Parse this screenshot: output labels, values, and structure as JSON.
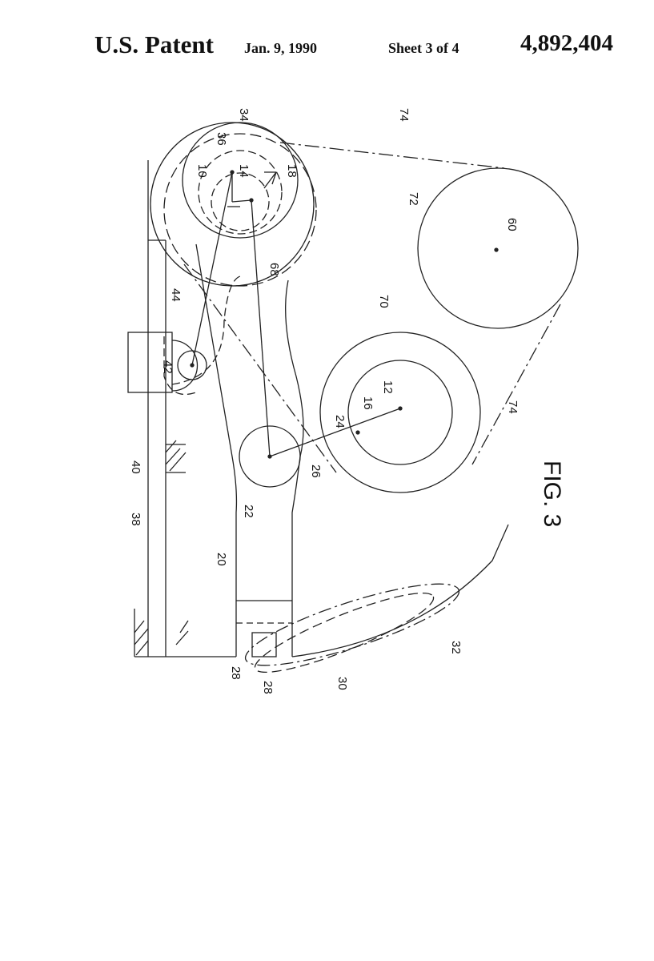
{
  "header": {
    "patent_label": "U.S. Patent",
    "date": "Jan. 9, 1990",
    "sheet": "Sheet 3 of 4",
    "patent_number": "4,892,404"
  },
  "figure": {
    "title": "FIG. 3",
    "labels": {
      "l74a": "74",
      "l36": "36",
      "l34": "34",
      "l10": "10",
      "l14": "14",
      "l18": "18",
      "l72": "72",
      "l60": "60",
      "l68": "68",
      "l44": "44",
      "l70": "70",
      "l42": "42",
      "l12": "12",
      "l16": "16",
      "l24": "24",
      "l40": "40",
      "l38": "38",
      "l26": "26",
      "l22": "22",
      "l20": "20",
      "l74b": "74",
      "l28a": "28",
      "l28b": "28",
      "l30": "30",
      "l32": "32"
    }
  }
}
